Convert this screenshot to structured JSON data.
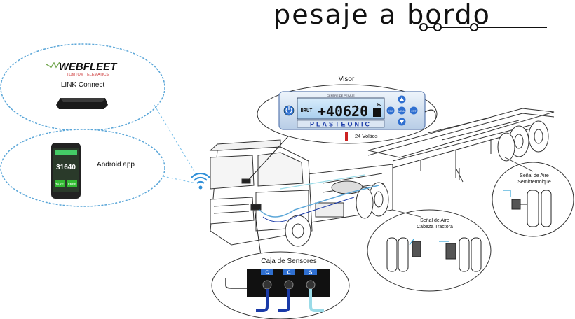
{
  "header": {
    "logo_text": "pesaje a bordo"
  },
  "webfleet": {
    "brand": "WEBFLEET",
    "sub_brand": "TOMTOM TELEMATICS",
    "device_label": "LINK Connect"
  },
  "android": {
    "label": "Android app",
    "phone_value": "31640",
    "phone_btn_left": "TARE",
    "phone_btn_right": "FREE"
  },
  "visor": {
    "label": "Visor",
    "screen_header": "CENTRE DE PESAJE",
    "brut_label": "BRUT",
    "reading": "+40620",
    "unit": "kg",
    "brand": "PLASTEONIC",
    "btn_esc": "ESC",
    "btn_menu": "MENU",
    "btn_ent": "ENT",
    "power_label": "24 Voltios"
  },
  "sensor_box": {
    "title": "Caja de Sensores",
    "ports": [
      "C",
      "C",
      "S"
    ]
  },
  "semi": {
    "title": "Señal de Aire\nSemirremolque"
  },
  "tractor": {
    "title": "Señal de Aire\nCabeza Tractora"
  },
  "colors": {
    "accent_blue": "#2f8fd8",
    "dark_blue": "#1a3aa8",
    "light_blue": "#9adbe8",
    "red": "#cc2222"
  }
}
